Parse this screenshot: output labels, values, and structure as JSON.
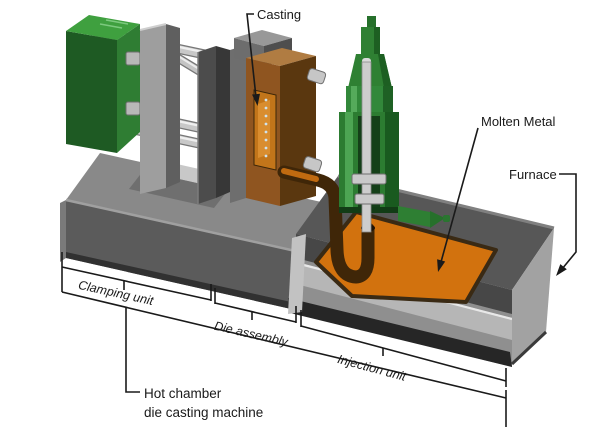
{
  "diagram": {
    "labels": {
      "casting": "Casting",
      "molten_metal": "Molten Metal",
      "furnace": "Furnace",
      "clamping_unit": "Clamping unit",
      "die_assembly": "Die assembly",
      "injection_unit": "Injection unit",
      "machine_name_line1": "Hot chamber",
      "machine_name_line2": "die casting machine"
    },
    "colors": {
      "machine_green": "#2e7d32",
      "machine_green_light": "#3fa03f",
      "molten_metal_orange": "#d2720e",
      "die_brown": "#8f5520",
      "casting_orange": "#c2751a",
      "steel_gray": "#8f8f8f",
      "annotation": "#1a1a1a",
      "background": "#ffffff"
    }
  }
}
